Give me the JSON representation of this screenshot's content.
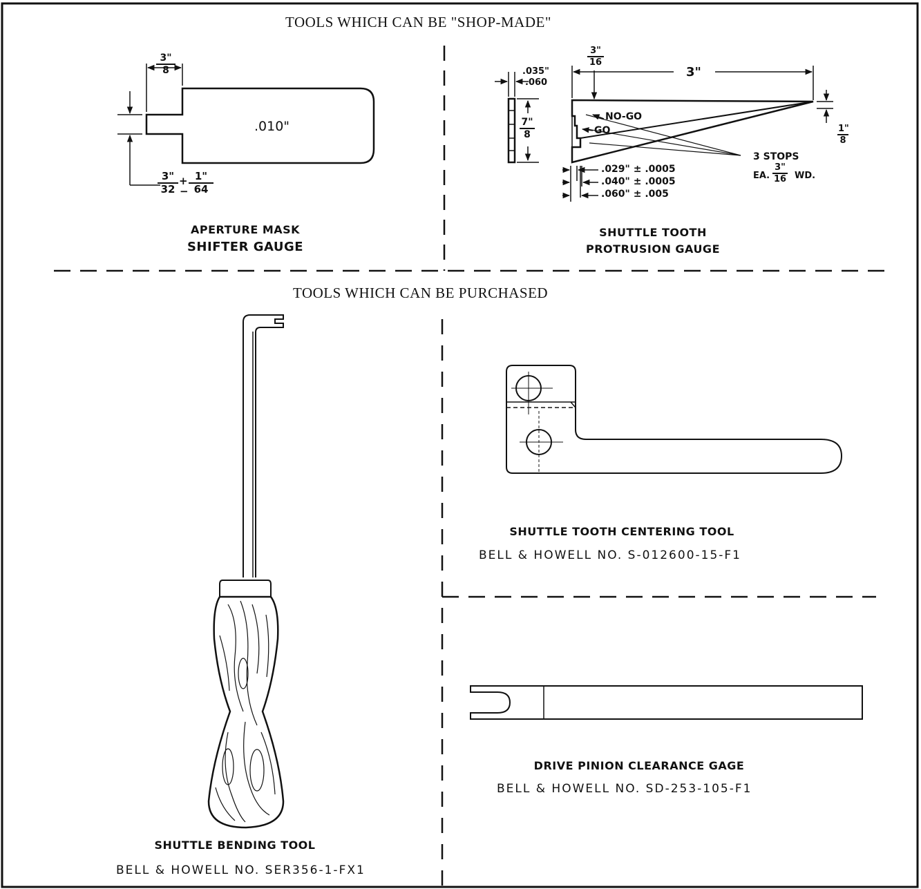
{
  "sections": {
    "shop_made_heading": "TOOLS WHICH CAN BE \"SHOP-MADE\"",
    "purchased_heading": "TOOLS WHICH CAN BE PURCHASED"
  },
  "aperture_gauge": {
    "caption_line1": "APERTURE MASK",
    "caption_line2": "SHIFTER GAUGE",
    "thickness": ".010\"",
    "dim_top_num": "3\"",
    "dim_top_den": "8",
    "dim_slot_num1": "3\"",
    "dim_slot_den1": "32",
    "dim_slot_sign": "+",
    "dim_slot_sign2": "−",
    "dim_slot_num2": "1\"",
    "dim_slot_den2": "64"
  },
  "protrusion_gauge": {
    "caption_line1": "SHUTTLE TOOTH",
    "caption_line2": "PROTRUSION GAUGE",
    "edge_thickness_1": ".035\"",
    "edge_thickness_2": ".060",
    "height_num": "7\"",
    "height_den": "8",
    "tip_num": "3\"",
    "tip_den": "16",
    "length": "3\"",
    "end_num": "1\"",
    "end_den": "8",
    "no_go": "NO-GO",
    "go": "GO",
    "stops": "3 STOPS",
    "stops_width_prefix": "EA.",
    "stops_width_num": "3\"",
    "stops_width_den": "16",
    "stops_width_suffix": "WD.",
    "step1": ".029\" ± .0005",
    "step2": ".040\" ± .0005",
    "step3": ".060\" ± .005"
  },
  "bending_tool": {
    "caption": "SHUTTLE BENDING TOOL",
    "part_no": "BELL & HOWELL NO. SER356-1-FX1"
  },
  "centering_tool": {
    "caption": "SHUTTLE TOOTH CENTERING TOOL",
    "part_no": "BELL & HOWELL NO. S-012600-15-F1"
  },
  "clearance_gage": {
    "caption": "DRIVE PINION CLEARANCE GAGE",
    "part_no": "BELL & HOWELL NO. SD-253-105-F1"
  }
}
